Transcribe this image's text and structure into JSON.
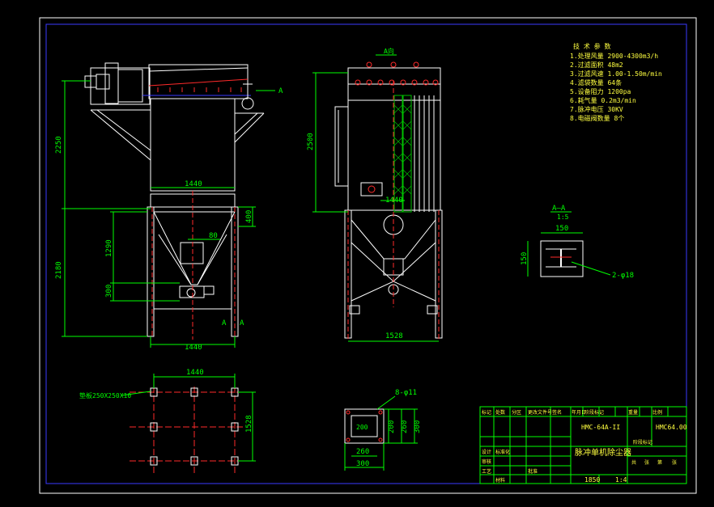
{
  "colors": {
    "background": "#000000",
    "frame": "#ffffff",
    "border_blue": "#3a3aff",
    "geometry": "#ffffff",
    "dimension": "#00ff00",
    "centerline": "#ff2a2a",
    "label_yellow": "#ffff40",
    "hatch": "#00c000"
  },
  "front_view": {
    "dims": {
      "height_upper": "2250",
      "height_lower": "2180",
      "hopper_height": "1290",
      "outlet_height": "300",
      "leg_height": "400",
      "width_body": "1440",
      "width_base": "1440",
      "inlet_width": "80"
    },
    "section_mark_top": "A",
    "section_mark_bottom_left": "A",
    "section_mark_bottom_right": "A"
  },
  "side_view": {
    "dims": {
      "height": "2500",
      "width_body": "1440",
      "width_base": "1528"
    },
    "top_mark": "A向"
  },
  "specs": {
    "title": "技 术 参 数",
    "items": [
      "1.处理风量 2900-4300m3/h",
      "2.过滤面积 48m2",
      "3.过滤风速 1.00-1.50m/min",
      "4.滤袋数量 64条",
      "5.设备阻力 1200pa",
      "6.耗气量 0.2m3/min",
      "7.脉冲电压 30KV",
      "8.电磁阀数量 8个"
    ]
  },
  "section_aa": {
    "title": "A—A",
    "scale": "1:5",
    "dim_top": "150",
    "dim_left": "150",
    "hole_label": "2-φ18"
  },
  "foundation": {
    "width": "1440",
    "depth": "1528",
    "plate_label": "垫板250X250X10"
  },
  "anchor_detail": {
    "hole_label": "8-φ11",
    "dim_inner": "200",
    "dim_mid": "260",
    "dim_outer": "300",
    "dim_bottom_inner": "260",
    "dim_bottom_outer": "300",
    "dim_left_inner": "200"
  },
  "title_block": {
    "model": "HMC-64A-II",
    "drawing_no": "HMC64.00",
    "name": "脉冲单机除尘器",
    "weight": "1850",
    "scale": "1:4",
    "header_cells": [
      "标记",
      "处数",
      "分区",
      "更改文件号",
      "签名",
      "年月日",
      "阶段标记",
      "重量",
      "比例"
    ],
    "row_labels": [
      "设计",
      "标准化",
      "审核",
      "工艺",
      "批准"
    ],
    "sheet_labels": [
      "共",
      "张",
      "第",
      "张"
    ],
    "stage": "阶段标记",
    "material_label": "材料"
  }
}
